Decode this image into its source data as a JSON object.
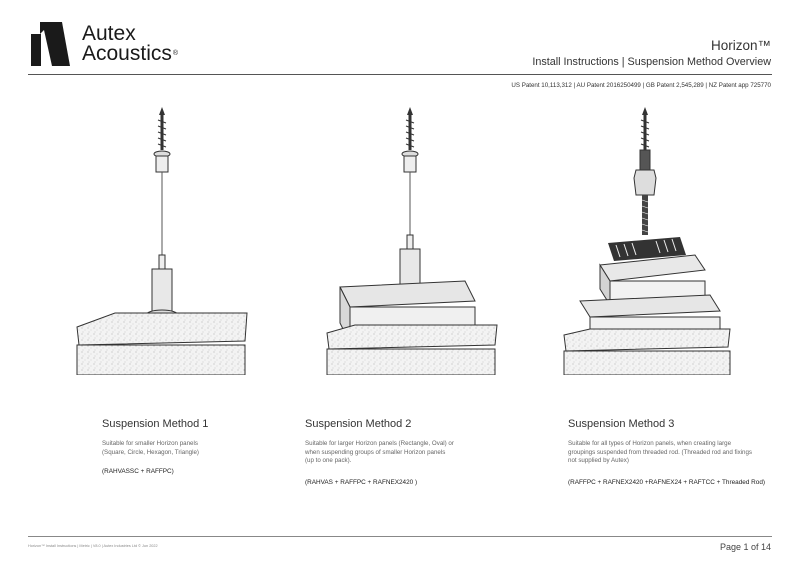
{
  "brand": {
    "line1": "Autex",
    "line2": "Acoustics",
    "registered": "®"
  },
  "header": {
    "title": "Horizon™",
    "subtitle": "Install Instructions | Suspension Method Overview"
  },
  "patent": "US Patent 10,113,312 | AU Patent 2016250499 | GB Patent 2,545,289 | NZ Patent app 725770",
  "methods": [
    {
      "title": "Suspension Method 1",
      "desc": [
        "Suitable for smaller Horizon panels",
        "(Square, Circle, Hexagon, Triangle)"
      ],
      "parts": "(RAHVASSC + RAFFPC)"
    },
    {
      "title": "Suspension Method 2",
      "desc": [
        "Suitable for larger Horizon panels (Rectangle, Oval) or",
        "when suspending groups of smaller Horizon panels",
        "(up to one pack)."
      ],
      "parts": "(RAHVAS + RAFFPC + RAFNEX2420 )"
    },
    {
      "title": "Suspension Method 3",
      "desc": [
        "Suitable for all types of Horizon panels, when creating large",
        "groupings suspended from threaded rod. (Threaded rod and fixings",
        "not supplied by Autex)"
      ],
      "parts": "(RAFFPC + RAFNEX2420 +RAFNEX24 + RAFTCC + Threaded Rod)"
    }
  ],
  "footer": {
    "left": "Horizon™ Install Instructions | Metric | V8.0 | Autex Industries Ltd © Jun 2022",
    "page": "Page 1 of 14"
  }
}
